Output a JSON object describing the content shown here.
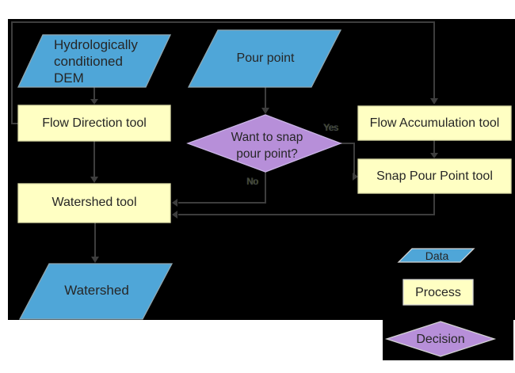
{
  "diagram": {
    "nodes": {
      "dem": {
        "label": "Hydrologically conditioned DEM",
        "type": "data"
      },
      "pour_point": {
        "label": "Pour point",
        "type": "data"
      },
      "flow_direction": {
        "label": "Flow Direction tool",
        "type": "process"
      },
      "flow_accumulation": {
        "label": "Flow Accumulation tool",
        "type": "process"
      },
      "snap_pour_point": {
        "label": "Snap Pour Point tool",
        "type": "process"
      },
      "watershed_tool": {
        "label": "Watershed tool",
        "type": "process"
      },
      "watershed": {
        "label": "Watershed",
        "type": "data"
      },
      "snap_decision": {
        "label": "Want to snap pour point?",
        "type": "decision"
      }
    },
    "edge_labels": {
      "yes": "Yes",
      "no": "No"
    }
  },
  "legend": {
    "data_label": "Data",
    "process_label": "Process",
    "decision_label": "Decision"
  },
  "colors": {
    "page_bg": "#ffffff",
    "canvas_bg": "#000000",
    "data_fill": "#4fa6d8",
    "process_fill": "#ffffc3",
    "decision_fill": "#b78fd9",
    "connector": "#3d3d3d",
    "node_text": "#262626",
    "edge_label_text": "#45453a"
  }
}
